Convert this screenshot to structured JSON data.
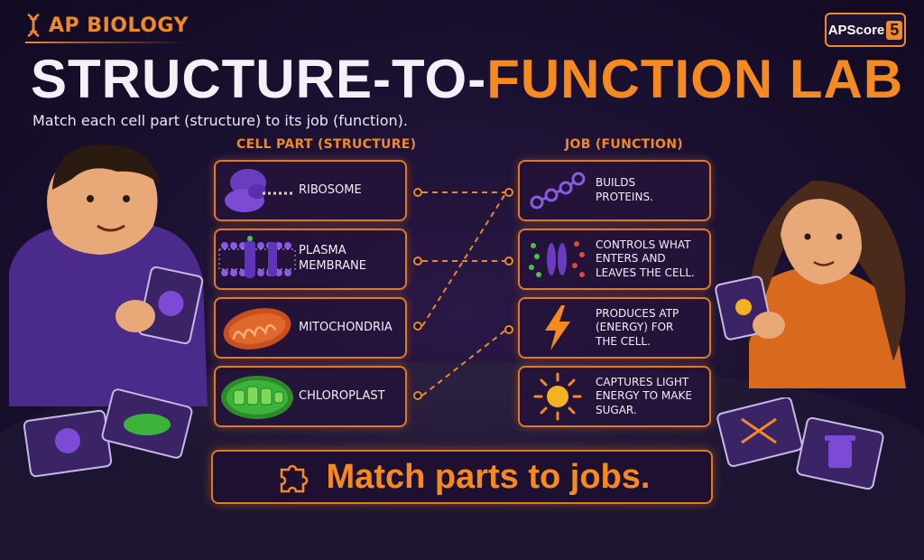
{
  "header": {
    "label": "AP BIOLOGY"
  },
  "brand": {
    "name": "APScore",
    "number": "5"
  },
  "title": {
    "part1": "STRUCTURE-TO-",
    "part2": "FUNCTION LAB"
  },
  "subtitle": "Match each cell part (structure) to its job (function).",
  "columns": {
    "left": "CELL PART (STRUCTURE)",
    "right": "JOB (FUNCTION)"
  },
  "structures": [
    {
      "label": "RIBOSOME",
      "icon": "ribosome-icon"
    },
    {
      "label": "PLASMA MEMBRANE",
      "icon": "membrane-icon"
    },
    {
      "label": "MITOCHONDRIA",
      "icon": "mitochondria-icon"
    },
    {
      "label": "CHLOROPLAST",
      "icon": "chloroplast-icon"
    }
  ],
  "functions": [
    {
      "label": "BUILDS PROTEINS.",
      "icon": "protein-chain-icon"
    },
    {
      "label": "CONTROLS WHAT ENTERS AND LEAVES THE CELL.",
      "icon": "transport-icon"
    },
    {
      "label": "PRODUCES ATP (ENERGY) FOR THE CELL.",
      "icon": "lightning-icon"
    },
    {
      "label": "CAPTURES LIGHT ENERGY TO MAKE SUGAR.",
      "icon": "sun-icon"
    }
  ],
  "banner": {
    "text": "Match parts to jobs.",
    "icon": "puzzle-icon"
  },
  "colors": {
    "accent": "#f58a1f",
    "background": "#1a1030",
    "purple": "#6a3cc0",
    "green": "#3cb43c"
  }
}
